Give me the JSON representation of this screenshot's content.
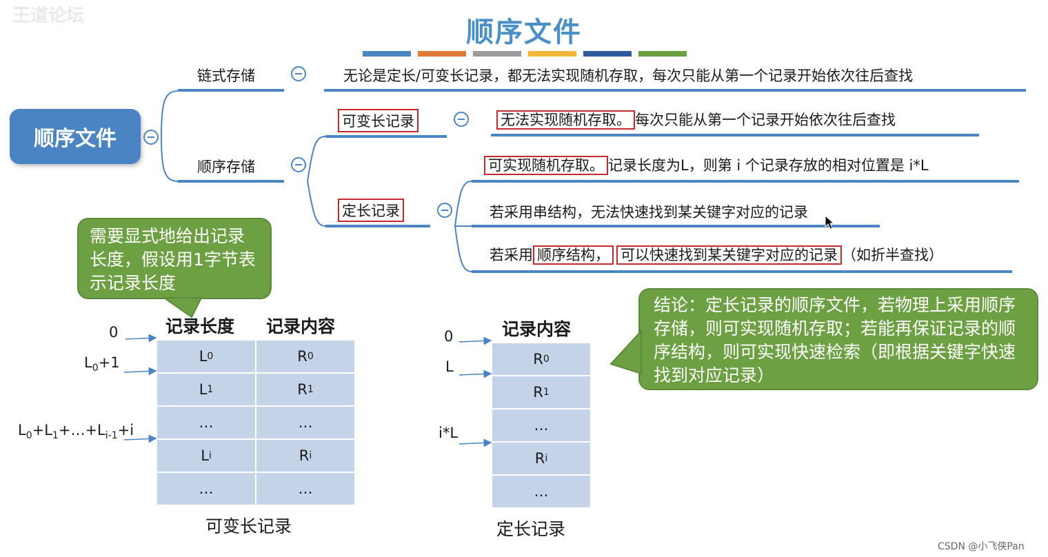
{
  "watermark": "王道论坛",
  "title": "顺序文件",
  "colors": [
    "#4a84c2",
    "#e07a3a",
    "#9a9a9a",
    "#f0b93a",
    "#2f5a9e",
    "#6da043"
  ],
  "root": "顺序文件",
  "branch1": {
    "label": "链式存储",
    "detail": "无论是定长/可变长记录，都无法实现随机存取，每次只能从第一个记录开始依次往后查找"
  },
  "branch2": {
    "label": "顺序存储",
    "variable": {
      "label": "可变长记录",
      "detail_boxed": "无法实现随机存取。",
      "detail_rest": "每次只能从第一个记录开始依次往后查找"
    },
    "fixed": {
      "label": "定长记录",
      "item1_boxed": "可实现随机存取。",
      "item1_rest": "记录长度为L，则第 i 个记录存放的相对位置是 i*L",
      "item2": "若采用串结构，无法快速找到某关键字对应的记录",
      "item3_pre": "若采用",
      "item3_box1": "顺序结构，",
      "item3_box2": "可以快速找到某关键字对应的记录",
      "item3_post": "（如折半查找）"
    }
  },
  "bubble_left": "需要显式地给出记录长度，假设用1字节表示记录长度",
  "bubble_right": "结论：定长记录的顺序文件，若物理上采用顺序存储，则可实现随机存取；若能再保证记录的顺序结构，则可实现快速检索（即根据关键字快速找到对应记录）",
  "var_table": {
    "header_len": "记录长度",
    "header_content": "记录内容",
    "offsets": [
      {
        "base": "0"
      },
      {
        "parts": [
          [
            "L",
            "0"
          ],
          [
            "+1",
            ""
          ]
        ]
      },
      {
        "parts": [
          [
            "L",
            "0"
          ],
          [
            "+L",
            "1"
          ],
          [
            "+…+L",
            "i-1"
          ],
          [
            "+i",
            ""
          ]
        ]
      }
    ],
    "rows": [
      {
        "len": [
          "L",
          "0"
        ],
        "content": [
          "R",
          "0"
        ]
      },
      {
        "len": [
          "L",
          "1"
        ],
        "content": [
          "R",
          "1"
        ]
      },
      {
        "len": [
          "…",
          ""
        ],
        "content": [
          "…",
          ""
        ]
      },
      {
        "len": [
          "L",
          "i"
        ],
        "content": [
          "R",
          "i"
        ]
      },
      {
        "len": [
          "…",
          ""
        ],
        "content": [
          "…",
          ""
        ]
      }
    ],
    "caption": "可变长记录"
  },
  "fix_table": {
    "header_content": "记录内容",
    "offsets": [
      "0",
      "L",
      "i*L"
    ],
    "rows": [
      [
        "R",
        "0"
      ],
      [
        "R",
        "1"
      ],
      [
        "…",
        ""
      ],
      [
        "R",
        "i"
      ],
      [
        "…",
        ""
      ]
    ],
    "caption": "定长记录"
  },
  "credit": "CSDN @小飞侠Pan"
}
